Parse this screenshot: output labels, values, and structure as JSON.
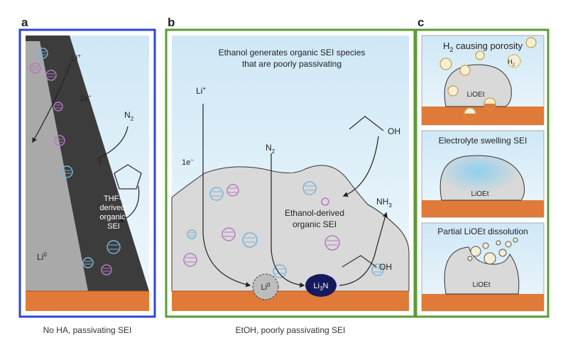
{
  "panels": {
    "a": {
      "letter": "a",
      "caption": "No HA, passivating SEI",
      "li_ion": "Li",
      "li_ion_sup": "+",
      "electron": "1e",
      "electron_sup": "−",
      "n2": "N",
      "n2_sub": "2",
      "sei_label": [
        "THF-",
        "derived",
        "organic",
        "SEI"
      ],
      "li_metal": "Li",
      "li_metal_sup": "0",
      "frame_color": "#2e45d8"
    },
    "b": {
      "letter": "b",
      "caption": "EtOH, poorly passivating SEI",
      "title_line1": "Ethanol generates organic SEI species",
      "title_line2": "that are poorly passivating",
      "li_ion": "Li",
      "li_ion_sup": "+",
      "electron": "1e",
      "electron_sup": "−",
      "n2": "N",
      "n2_sub": "2",
      "oh_top": "OH",
      "nh3": "NH",
      "nh3_sub": "3",
      "sei_label_line1": "Ethanol-derived",
      "sei_label_line2": "organic SEI",
      "li0": "Li",
      "li0_sup": "0",
      "li3n": "Li",
      "li3n_sub": "3",
      "li3n_n": "N",
      "oh_bottom": "OH",
      "frame_color": "#5a9c35"
    },
    "c": {
      "letter": "c",
      "sub1_title": "H",
      "sub1_title_sub": "2",
      "sub1_title_rest": " causing porosity",
      "h2_label": "H",
      "h2_sub": "2",
      "sub1_blob": "LiOEt",
      "sub2_title": "Electrolyte swelling SEI",
      "sub2_blob": "LiOEt",
      "sub3_title": "Partial LiOEt dissolution",
      "sub3_blob": "LiOEt"
    }
  },
  "colors": {
    "sky_top": "#cfe8f6",
    "sky_bottom": "#eef7fc",
    "copper": "#e07a38",
    "sei_dark": "#3c3c3c",
    "li_grey": "#a9a9a9",
    "blob_grey": "#d9d9d9",
    "li3n_navy": "#151a5c",
    "stripe_pink": "#b47ac0",
    "stripe_blue": "#7ab4d6"
  }
}
